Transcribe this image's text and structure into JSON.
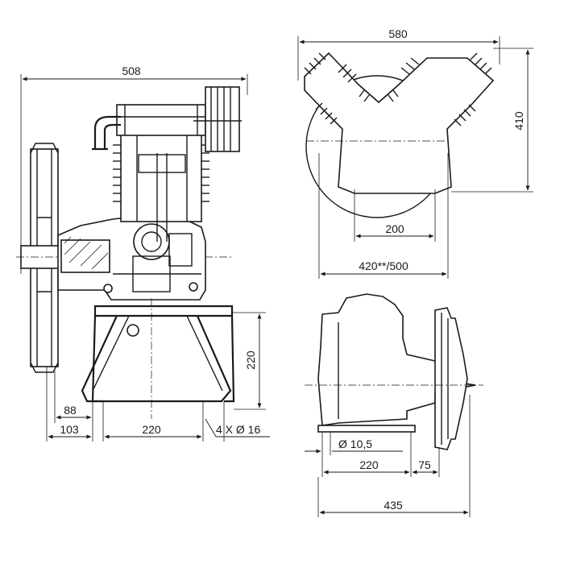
{
  "dimensions": {
    "front_overall_width": "508",
    "front_base_height": "220",
    "front_offset_88": "88",
    "front_offset_103": "103",
    "front_base_width": "220",
    "front_mounting_holes": "4 X Ø 16",
    "top_overall_width": "580",
    "top_height": "410",
    "top_inner_width": "200",
    "top_circle_diameter": "420**/500",
    "side_hole_diameter": "Ø 10,5",
    "side_base_width": "220",
    "side_offset": "75",
    "side_overall_length": "435"
  }
}
